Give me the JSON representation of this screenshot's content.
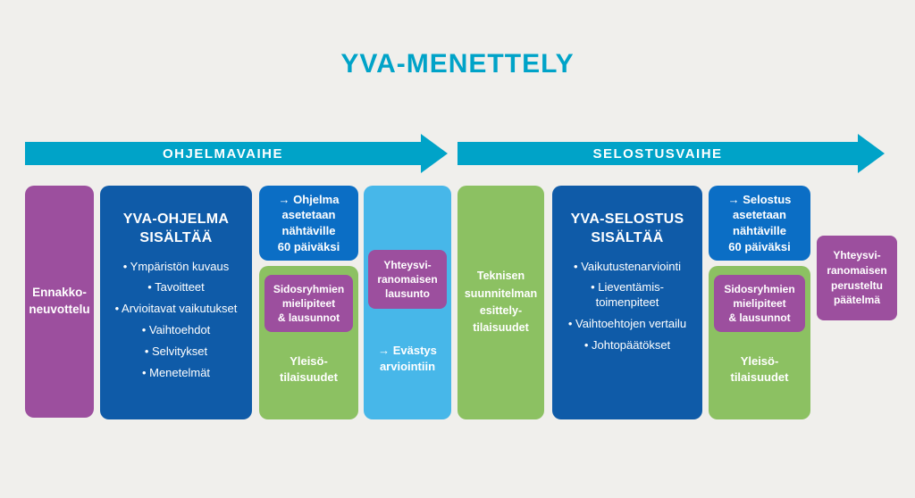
{
  "title": "YVA-MENETTELY",
  "phases": [
    {
      "label": "OHJELMAVAIHE"
    },
    {
      "label": "SELOSTUSVAIHE"
    }
  ],
  "program_phase": {
    "prenegotiation": "Ennakko-\nneuvottelu",
    "program": {
      "title": "YVA-OHJELMA\nSISÄLTÄÄ",
      "items": [
        "• Ympäristön kuvaus",
        "• Tavoitteet",
        "• Arvioitavat vaikutukset",
        "• Vaihtoehdot",
        "• Selvitykset",
        "• Menetelmät"
      ]
    },
    "display_notice": "→ Ohjelma\nasetetaan\nnähtäville\n60 päiväksi",
    "stakeholder_feedback": "Sidosryhmien\nmielipiteet\n& lausunnot",
    "public_events": "Yleisö-\ntilaisuudet",
    "authority_statement": "Yhteysvi-\nranomaisen\nlausunto",
    "assessment_guidance": "→ Evästys\narviointiin"
  },
  "report_phase": {
    "technical_presentations": "Teknisen\nsuunnitelman\nesittely-\ntilaisuudet",
    "report": {
      "title": "YVA-SELOSTUS\nSISÄLTÄÄ",
      "items": [
        "• Vaikutustenarviointi",
        "• Lieventämis-\ntoimenpiteet",
        "• Vaihtoehtojen vertailu",
        "• Johtopäätökset"
      ]
    },
    "display_notice": "→ Selostus\nasetetaan\nnähtäville\n60 päiväksi",
    "stakeholder_feedback": "Sidosryhmien\nmielipiteet\n& lausunnot",
    "public_events": "Yleisö-\ntilaisuudet",
    "reasoned_conclusion": "Yhteysvi-\nranomaisen\nperusteltu\npäätelmä"
  },
  "colors": {
    "bg": "#f0efec",
    "cyan": "#00a3c8",
    "darkblue": "#0f5ba8",
    "brightblue": "#0b6ec5",
    "lightblue": "#47b7e9",
    "green": "#8cc162",
    "purple": "#9c4f9e",
    "text": "#ffffff"
  }
}
